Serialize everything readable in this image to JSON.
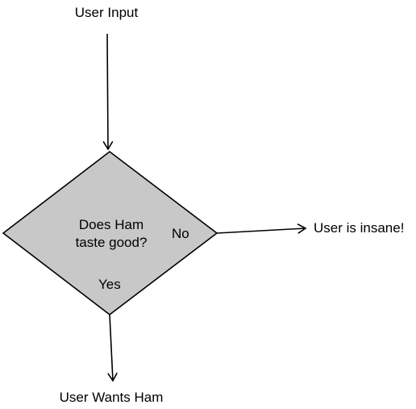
{
  "diagram": {
    "start_label": "User Input",
    "decision": {
      "line1": "Does Ham",
      "line2": "taste good?",
      "fill_color": "#c8c8c8",
      "stroke_color": "#000000"
    },
    "branch_no": {
      "label": "No",
      "target": "User is insane!"
    },
    "branch_yes": {
      "label": "Yes",
      "target": "User Wants Ham"
    }
  }
}
